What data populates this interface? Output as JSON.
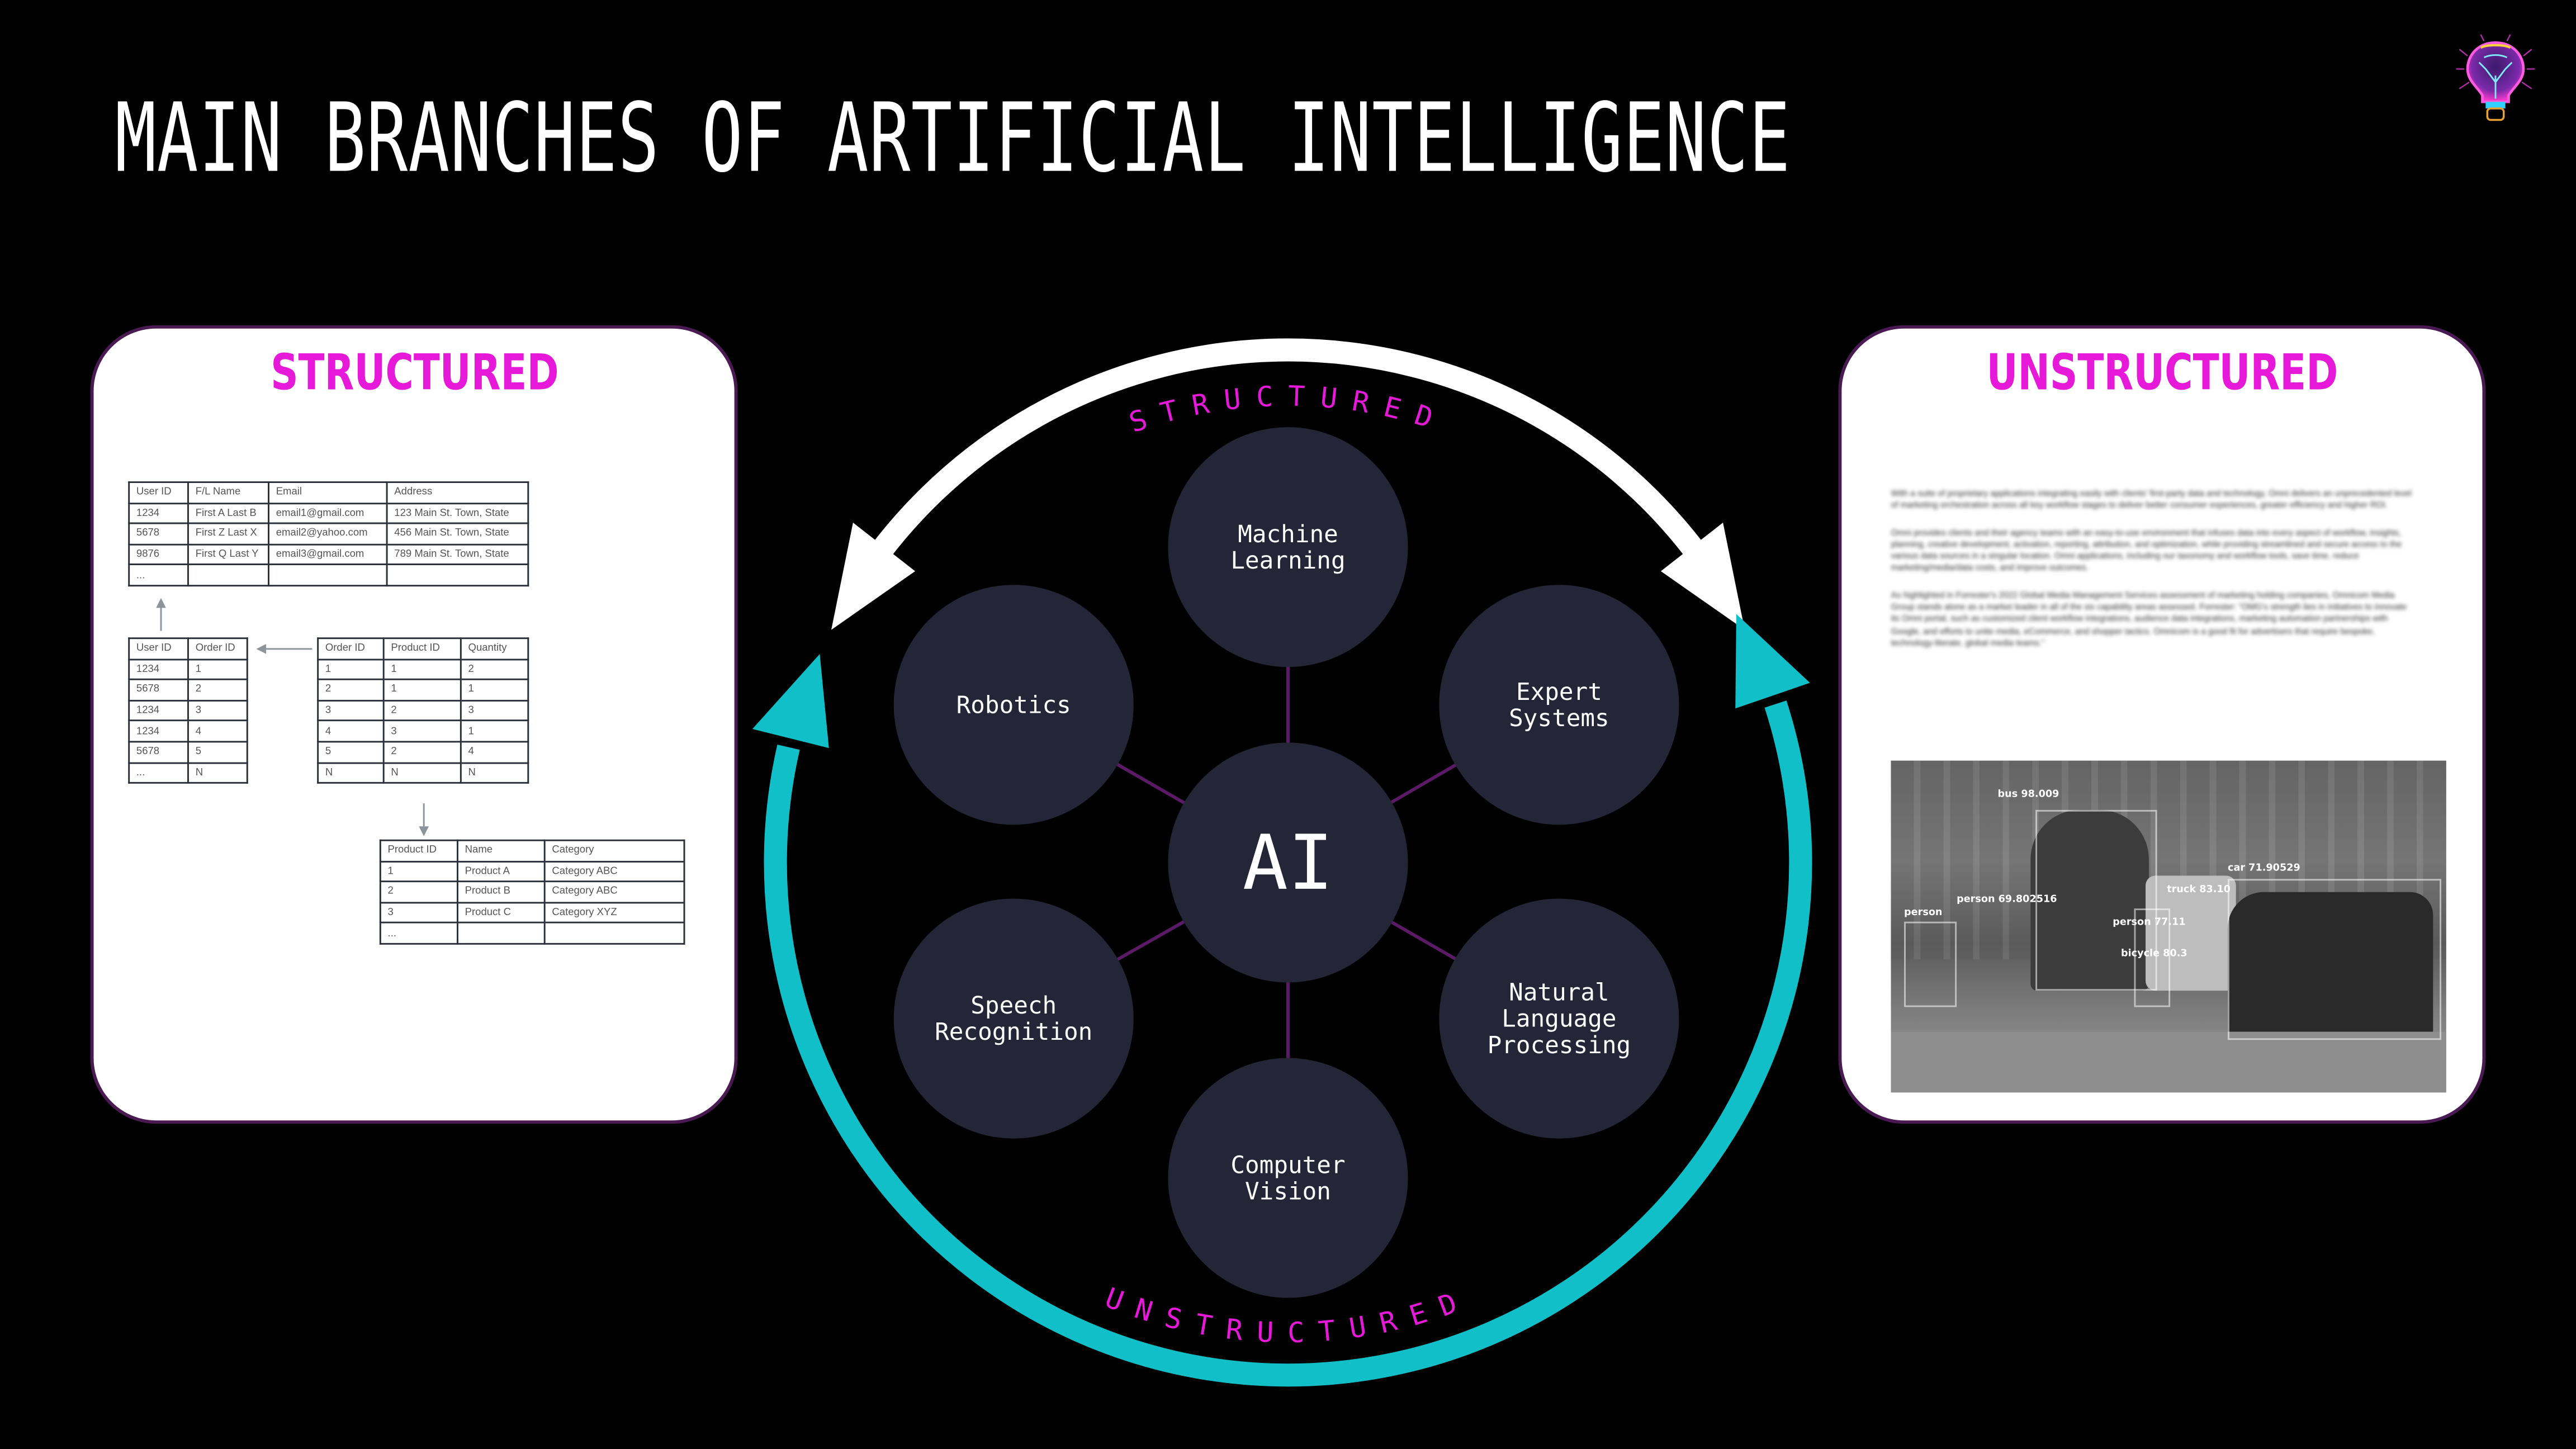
{
  "title": "MAIN BRANCHES OF ARTIFICIAL INTELLIGENCE",
  "logo": {
    "icon": "brain-lightbulb-icon"
  },
  "colors": {
    "background": "#000000",
    "accent_magenta": "#e619d9",
    "ring_teal": "#10bfc8",
    "ring_white": "#ffffff",
    "node_fill": "#242637",
    "connector": "#5a1a66"
  },
  "structured_card": {
    "title": "STRUCTURED",
    "tables": [
      {
        "rows": [
          [
            "User ID",
            "F/L Name",
            "Email",
            "Address"
          ],
          [
            "1234",
            "First A Last B",
            "email1@gmail.com",
            "123 Main St. Town, State"
          ],
          [
            "5678",
            "First Z Last X",
            "email2@yahoo.com",
            "456 Main St. Town, State"
          ],
          [
            "9876",
            "First Q Last Y",
            "email3@gmail.com",
            "789 Main St. Town, State"
          ],
          [
            "...",
            "",
            "",
            ""
          ]
        ]
      },
      {
        "rows": [
          [
            "User ID",
            "Order ID"
          ],
          [
            "1234",
            "1"
          ],
          [
            "5678",
            "2"
          ],
          [
            "1234",
            "3"
          ],
          [
            "1234",
            "4"
          ],
          [
            "5678",
            "5"
          ],
          [
            "...",
            "N"
          ]
        ]
      },
      {
        "rows": [
          [
            "Order ID",
            "Product ID",
            "Quantity"
          ],
          [
            "1",
            "1",
            "2"
          ],
          [
            "2",
            "1",
            "1"
          ],
          [
            "3",
            "2",
            "3"
          ],
          [
            "4",
            "3",
            "1"
          ],
          [
            "5",
            "2",
            "4"
          ],
          [
            "N",
            "N",
            "N"
          ]
        ]
      },
      {
        "rows": [
          [
            "Product ID",
            "Name",
            "Category"
          ],
          [
            "1",
            "Product A",
            "Category ABC"
          ],
          [
            "2",
            "Product B",
            "Category ABC"
          ],
          [
            "3",
            "Product C",
            "Category XYZ"
          ],
          [
            "...",
            "",
            ""
          ]
        ]
      }
    ]
  },
  "unstructured_card": {
    "title": "UNSTRUCTURED",
    "paragraphs": [
      "With a suite of proprietary applications integrating easily with clients' first-party data and technology, Omni delivers an unprecedented level of marketing orchestration across all key workflow stages to deliver better consumer experiences, greater efficiency and higher ROI.",
      "Omni provides clients and their agency teams with an easy-to-use environment that infuses data into every aspect of workflow, insights, planning, creative development, activation, reporting, attribution, and optimization, while providing streamlined and secure access to the various data sources in a singular location. Omni applications, including our taxonomy and workflow tools, save time, reduce marketing/media/data costs, and improve outcomes.",
      "As highlighted in Forrester's 2022 Global Media Management Services assessment of marketing holding companies, Omnicom Media Group stands alone as a market leader in all of the six capability areas assessed. Forrester: \"OMG's strength lies in initiatives to innovate its Omni portal, such as customized client workflow integrations, audience data integrations, marketing automation partnerships with Google, and efforts to unite media, eCommerce, and shopper tactics. Omnicom is a good fit for advertisers that require bespoke, technology-literate, global media teams.\""
    ],
    "photo_detections": [
      "bus 98.009",
      "person 69.802516",
      "person",
      "truck 83.10",
      "car 71.90529",
      "person 77.11",
      "bicycle 80.3"
    ]
  },
  "diagram": {
    "center": "AI",
    "branches": [
      {
        "label": "Machine\nLearning"
      },
      {
        "label": "Expert\nSystems"
      },
      {
        "label": "Natural\nLanguage\nProcessing"
      },
      {
        "label": "Computer\nVision"
      },
      {
        "label": "Speech\nRecognition"
      },
      {
        "label": "Robotics"
      }
    ],
    "top_arc_label": "STRUCTURED",
    "bottom_arc_label": "UNSTRUCTURED"
  }
}
